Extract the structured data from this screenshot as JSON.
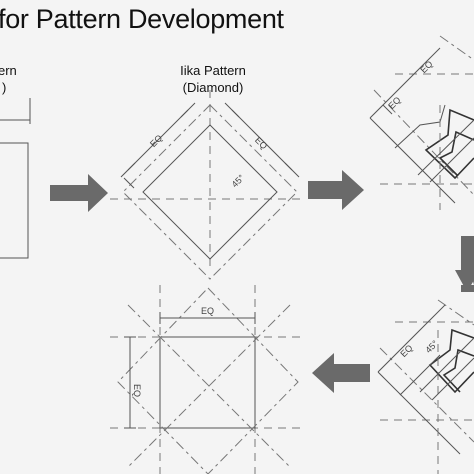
{
  "title": "for Pattern Development",
  "labels": {
    "left_partial_1": "ern",
    "left_partial_2": ")",
    "ikat_1": "Iika Pattern",
    "ikat_2": "(Diamond)"
  },
  "dimensions": {
    "eq": "EQ",
    "angle_45": "45°"
  },
  "colors": {
    "background": "#f4f4f4",
    "arrow": "#6a6a6a",
    "line": "#555555"
  },
  "icons": [
    "arrow-right-icon",
    "arrow-down-icon",
    "arrow-left-icon"
  ]
}
